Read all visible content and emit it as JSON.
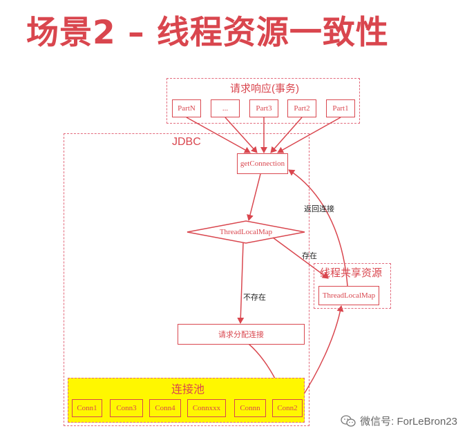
{
  "title": "场景2 – 线程资源一致性",
  "groups": {
    "request": "请求响应(事务)",
    "jdbc": "JDBC",
    "shared": "线程共享资源",
    "pool": "连接池"
  },
  "parts": [
    "PartN",
    "...",
    "Part3",
    "Part2",
    "Part1"
  ],
  "nodes": {
    "get_connection": "getConnection",
    "thread_local_map": "ThreadLocalMap",
    "shared_thread_local_map": "ThreadLocalMap",
    "request_alloc": "请求分配连接"
  },
  "pool_connections": [
    "Conn1",
    "Conn3",
    "Conn4",
    "Connxxx",
    "Connn",
    "Conn2"
  ],
  "edge_labels": {
    "return_connection": "返回连接",
    "exists": "存在",
    "not_exists": "不存在"
  },
  "watermark": "微信号: ForLeBron23",
  "colors": {
    "accent": "#d9464e",
    "pool_fill": "#fff700"
  }
}
